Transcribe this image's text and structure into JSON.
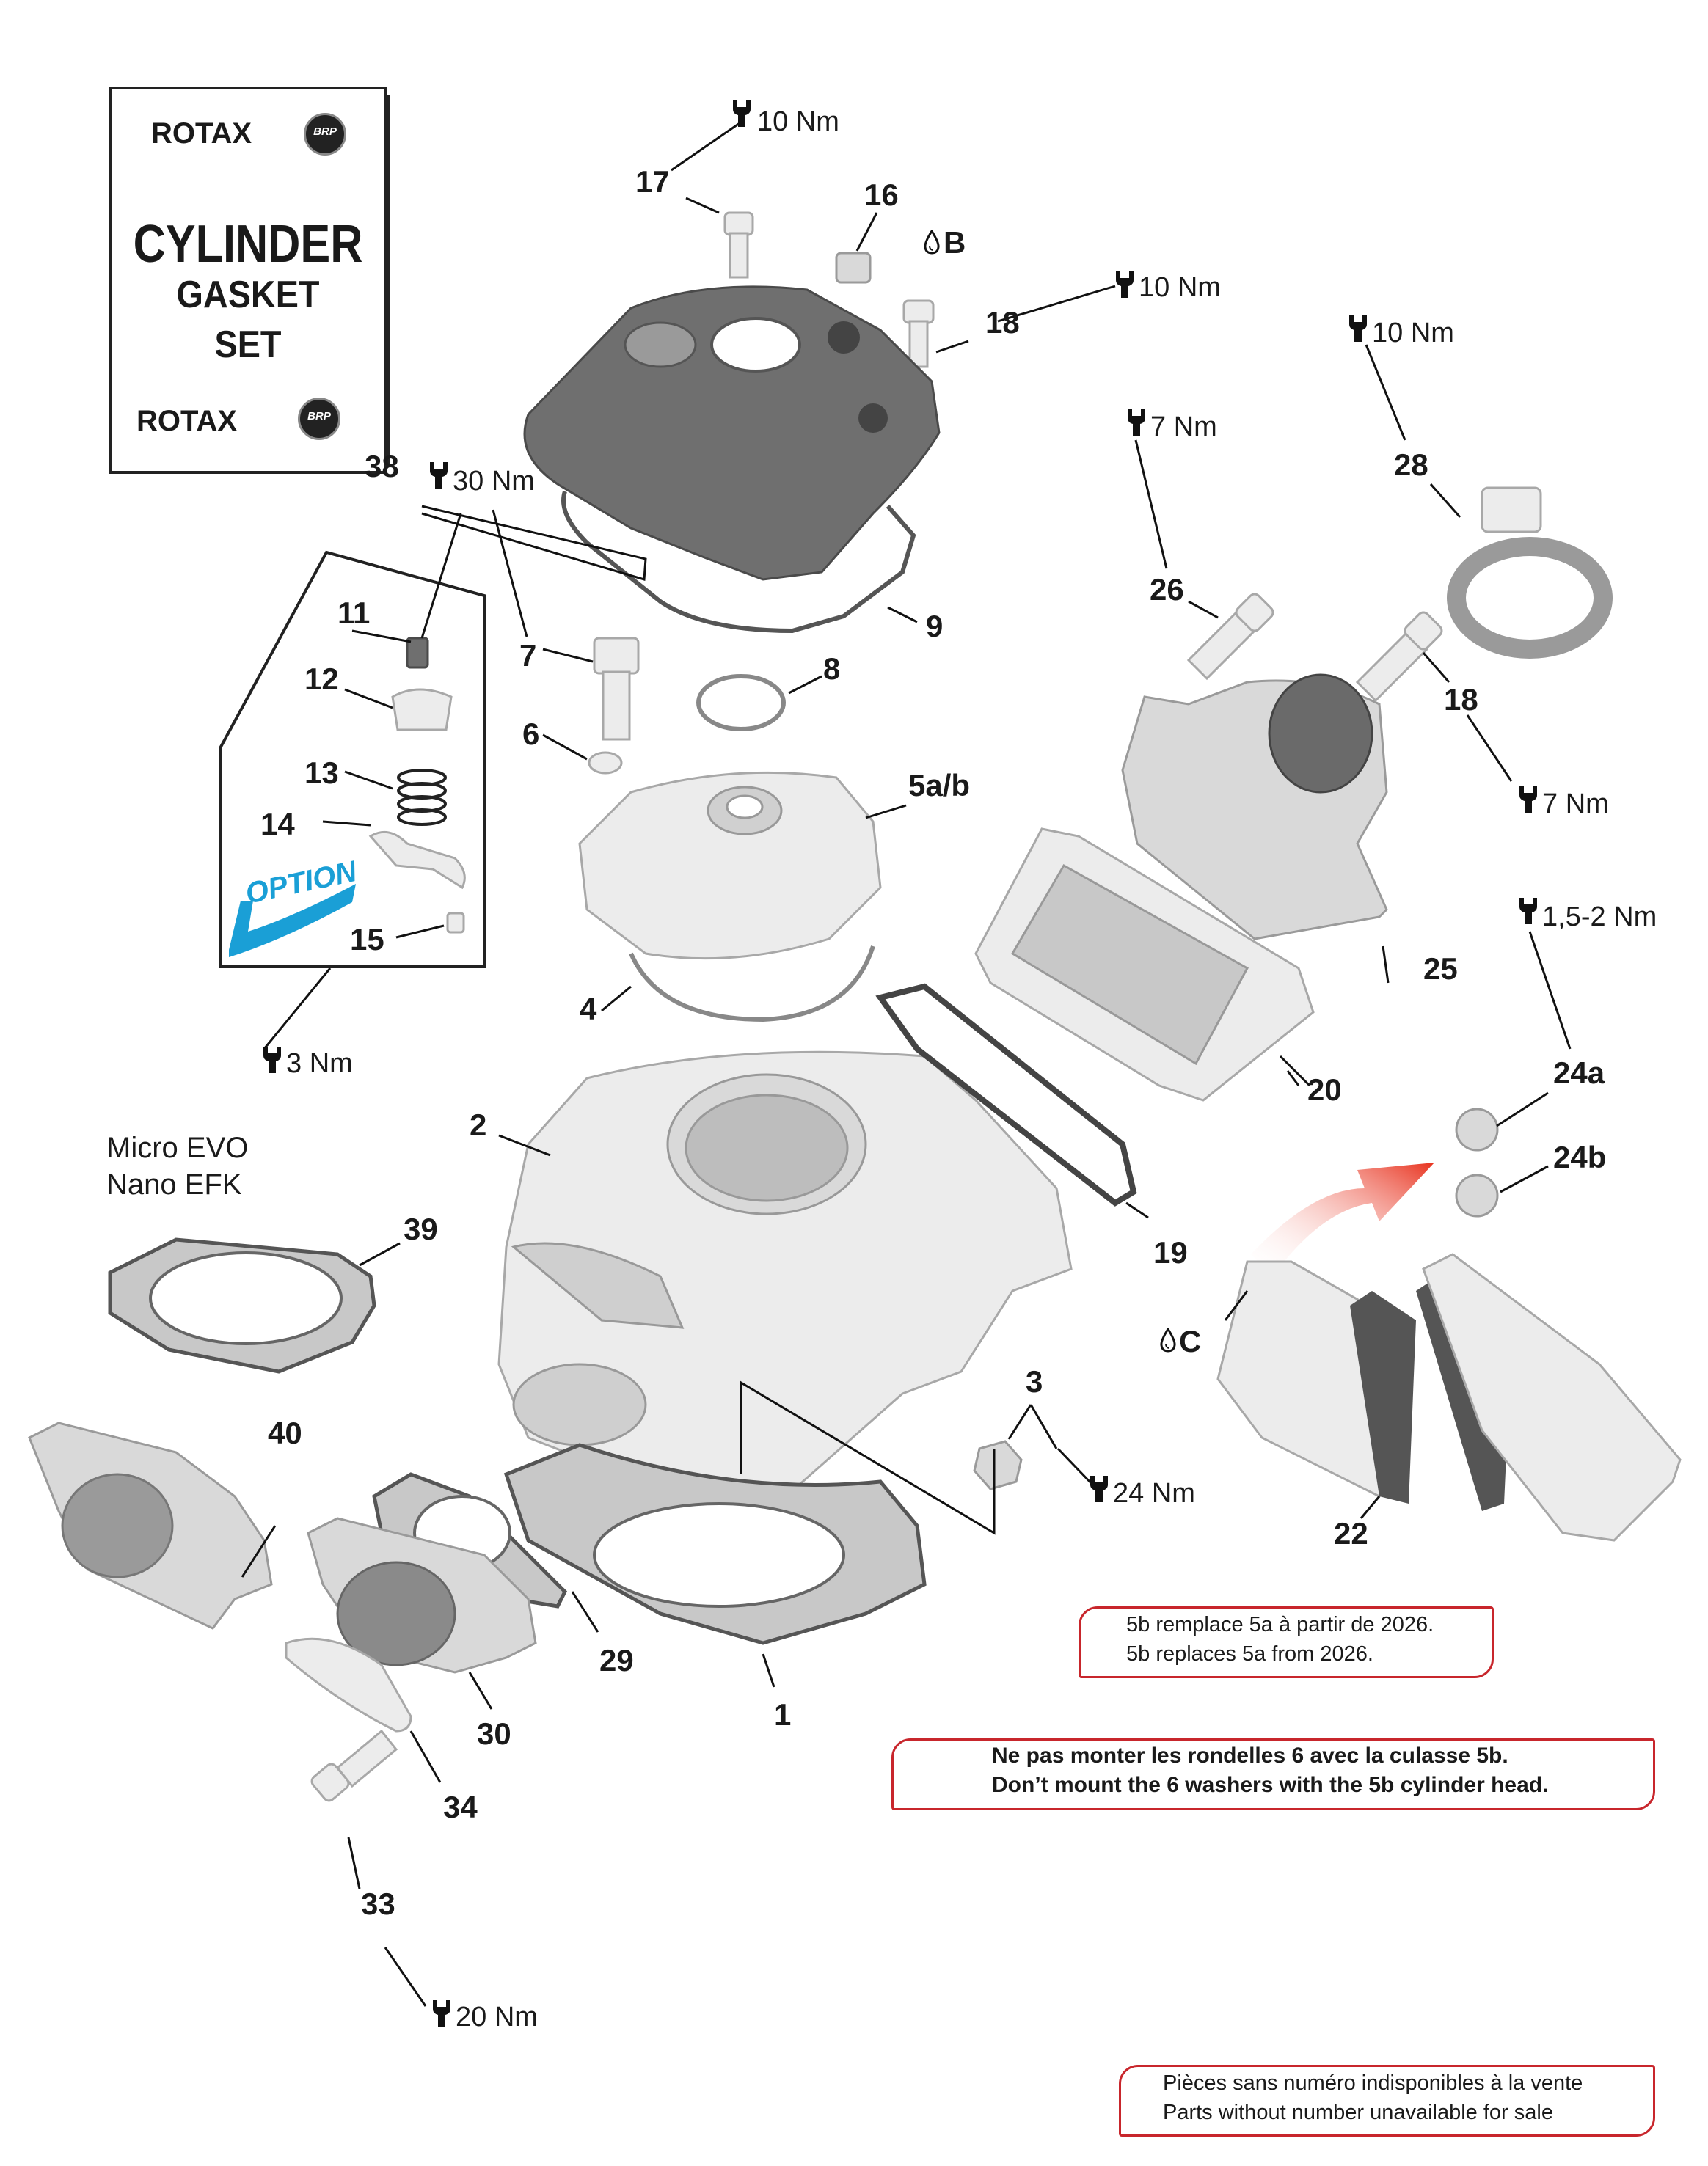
{
  "kit": {
    "brand_top": "ROTAX",
    "brand_bottom": "ROTAX",
    "badge": "BRP",
    "title_line1": "CYLINDER",
    "title_line2": "GASKET",
    "title_line3": "SET"
  },
  "parts": {
    "p1": "1",
    "p2": "2",
    "p3": "3",
    "p4": "4",
    "p5": "5a/b",
    "p6": "6",
    "p7": "7",
    "p8": "8",
    "p9": "9",
    "p11": "11",
    "p12": "12",
    "p13": "13",
    "p14": "14",
    "p15": "15",
    "p16": "16",
    "p17": "17",
    "p18a": "18",
    "p18b": "18",
    "p19": "19",
    "p20": "20",
    "p22": "22",
    "p24a": "24a",
    "p24b": "24b",
    "p25": "25",
    "p26": "26",
    "p28": "28",
    "p29": "29",
    "p30": "30",
    "p33": "33",
    "p34": "34",
    "p38": "38",
    "p39": "39",
    "p40": "40"
  },
  "torques": {
    "t17": "10 Nm",
    "t18top": "10 Nm",
    "t28": "10 Nm",
    "t26": "7 Nm",
    "t18right": "7 Nm",
    "t7": "30 Nm",
    "t24": "1,5-2 Nm",
    "t15": "3 Nm",
    "t3": "24 Nm",
    "t33": "20 Nm"
  },
  "lubricants": {
    "l16": "B",
    "lC": "C"
  },
  "option_label": "OPTION",
  "engine_note": {
    "line1": "Micro EVO",
    "line2": "Nano EFK"
  },
  "note_5b": {
    "fr": "5b remplace 5a à partir de 2026.",
    "en": "5b replaces 5a from 2026."
  },
  "warning": {
    "fr": "Ne pas monter les rondelles 6 avec la culasse 5b.",
    "en": "Don’t mount the 6 washers with the 5b cylinder head."
  },
  "unavailable": {
    "fr": "Pièces sans numéro indisponibles à la vente",
    "en": "Parts without number unavailable for sale"
  },
  "colors": {
    "accent_red": "#c8262c",
    "option_blue": "#1a9fd6"
  }
}
